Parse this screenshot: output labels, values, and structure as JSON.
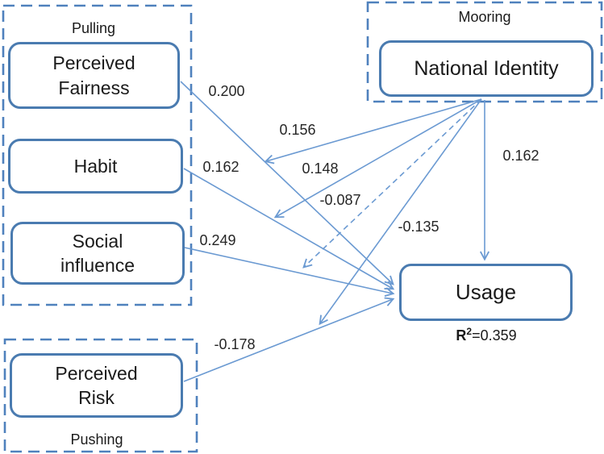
{
  "diagram": {
    "title_hint": "Push-Pull-Mooring path model of Usage",
    "colors": {
      "box_border": "#4a7bb0",
      "group_dash_border": "#4f81bd",
      "arrow_line": "#6b9ad2",
      "text": "#1a1a1a",
      "background": "#ffffff"
    },
    "groups": {
      "pulling": {
        "label": "Pulling"
      },
      "mooring": {
        "label": "Mooring"
      },
      "pushing": {
        "label": "Pushing"
      }
    },
    "nodes": {
      "perceived_fairness": {
        "label": "Perceived Fairness"
      },
      "habit": {
        "label": "Habit"
      },
      "social_influence": {
        "label": "Social influence"
      },
      "perceived_risk": {
        "label": "Perceived Risk"
      },
      "national_identity": {
        "label": "National Identity"
      },
      "usage": {
        "label": "Usage"
      }
    },
    "usage_stats": {
      "r2_symbol": "R",
      "r2_superscript": "2",
      "r2_value": "=0.359"
    },
    "paths": {
      "pf_to_usage": {
        "coefficient": "0.200",
        "style": "solid"
      },
      "habit_to_usage": {
        "coefficient": "0.162",
        "style": "solid"
      },
      "si_to_usage": {
        "coefficient": "0.249",
        "style": "solid"
      },
      "pr_to_usage": {
        "coefficient": "-0.178",
        "style": "solid"
      },
      "ni_to_usage": {
        "coefficient": "0.162",
        "style": "solid"
      },
      "ni_moderates_pf": {
        "coefficient": "0.156",
        "style": "solid"
      },
      "ni_moderates_habit": {
        "coefficient": "0.148",
        "style": "solid"
      },
      "ni_moderates_si": {
        "coefficient": "-0.087",
        "style": "dashed"
      },
      "ni_moderates_pr": {
        "coefficient": "-0.135",
        "style": "solid"
      }
    }
  }
}
